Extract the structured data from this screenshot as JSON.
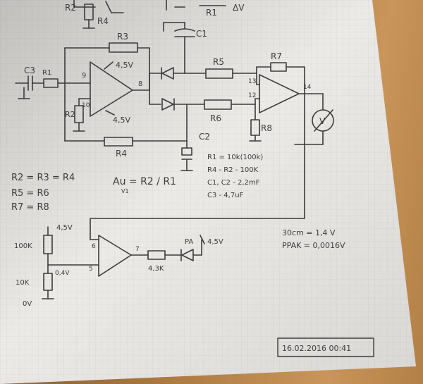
{
  "colors": {
    "paper": "#ebe9e6",
    "grid": "#d9d7d4",
    "ink": "#3d3a3c",
    "desk": "#a9773f"
  },
  "top": {
    "r2": "R2",
    "r4": "R4",
    "r1": "R1",
    "dv": "ΔV"
  },
  "circuit": {
    "r3": "R3",
    "v_top": "4,5V",
    "c1": "C1",
    "r5": "R5",
    "r7": "R7",
    "c3": "C3",
    "r1": "R1",
    "pin9": "9",
    "pin8": "8",
    "pin10": "10",
    "r2": "R2",
    "v_bot": "4,5V",
    "r6": "R6",
    "pin13": "13",
    "pin12": "12",
    "pin14": "14",
    "r8": "R8",
    "meter": "V",
    "c2": "C2",
    "r4": "R4"
  },
  "notes": {
    "eq1": "R2 = R3 = R4",
    "eq2": "R5 = R6",
    "eq3": "R7 = R8",
    "gain": "Au  = R2 / R1",
    "gain_sub": "V1",
    "spec1": "R1 = 10k(100k)",
    "spec2": "R4 - R2 - 100K",
    "spec3": "C1, C2 - 2,2mF",
    "spec4": "C3 - 4,7uF",
    "meas1": "30cm = 1,4 V",
    "meas2": "PPAK = 0,0016V"
  },
  "lower": {
    "v_top": "4,5V",
    "r_top": "100K",
    "pin6": "6",
    "pin7": "7",
    "pin5": "5",
    "tap": "0,4V",
    "r_bot": "10K",
    "gnd": "0V",
    "r_series": "4,3K",
    "led_label": "PA",
    "v_right": "4,5V"
  },
  "stamp": "16.02.2016 00:41"
}
